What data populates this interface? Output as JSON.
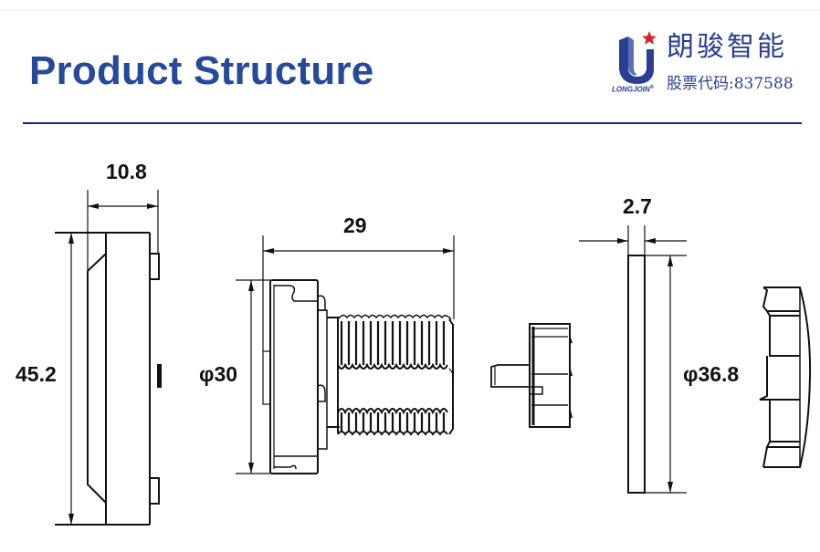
{
  "header": {
    "title": "Product Structure",
    "logo": {
      "icon": "longjoin-u-star-logo-icon",
      "brand_cn": "朗骏智能",
      "brand_en": "LONGJOIN",
      "registered_mark": "®",
      "stock_label": "股票代码:",
      "stock_code": "837588"
    },
    "colors": {
      "title": "#27499a",
      "divider": "#15267a",
      "logo_blue": "#2a3f94",
      "logo_star": "#d9232b"
    }
  },
  "drawing": {
    "views": [
      {
        "name": "front-cover-side-view",
        "dimensions": {
          "width": "10.8",
          "height": "45.2"
        }
      },
      {
        "name": "threaded-body-side-view",
        "dimensions": {
          "length": "29",
          "diameter": "φ30"
        }
      },
      {
        "name": "cam-part-view",
        "dimensions": {}
      },
      {
        "name": "washer-plate-view",
        "dimensions": {
          "thickness": "2.7",
          "diameter": "φ36.8"
        }
      },
      {
        "name": "ring-nut-view",
        "dimensions": {}
      }
    ]
  }
}
